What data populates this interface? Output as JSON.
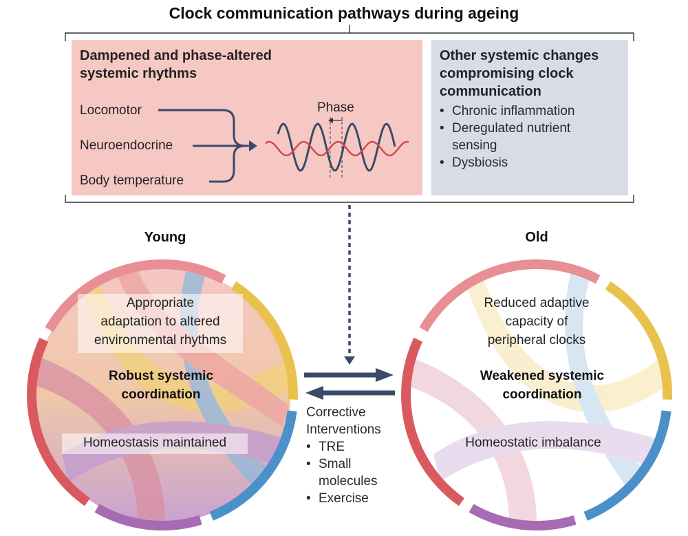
{
  "title": "Clock communication pathways during ageing",
  "left_panel": {
    "heading_line1": "Dampened and phase-altered",
    "heading_line2": "systemic rhythms",
    "inputs": [
      "Locomotor",
      "Neuroendocrine",
      "Body temperature"
    ],
    "phase_label": "Phase"
  },
  "right_panel": {
    "heading_line1": "Other systemic changes",
    "heading_line2": "compromising clock",
    "heading_line3": "communication",
    "bullets": [
      [
        "Chronic inflammation"
      ],
      [
        "Deregulated nutrient",
        "sensing"
      ],
      [
        "Dysbiosis"
      ]
    ]
  },
  "young": {
    "title": "Young",
    "top_text": [
      "Appropriate",
      "adaptation to altered",
      "environmental rhythms"
    ],
    "center_text": [
      "Robust systemic",
      "coordination"
    ],
    "bottom_text": "Homeostasis maintained"
  },
  "old": {
    "title": "Old",
    "top_text": [
      "Reduced adaptive",
      "capacity of",
      "peripheral clocks"
    ],
    "center_text": [
      "Weakened systemic",
      "coordination"
    ],
    "bottom_text": "Homeostatic imbalance"
  },
  "interventions": {
    "title_line1": "Corrective",
    "title_line2": "Interventions",
    "items": [
      "TRE",
      "Small",
      "molecules",
      "Exercise"
    ]
  },
  "colors": {
    "dark_navy": "#3b4a68",
    "wave_red": "#d24a4a",
    "panel_pink": "#f6c8c4",
    "panel_grey": "#d8dce6",
    "arc_pink": "#e88f95",
    "arc_yellow": "#e9c24e",
    "arc_red": "#d95a5e",
    "arc_blue": "#4b90c8",
    "arc_purple": "#a66bb3"
  }
}
